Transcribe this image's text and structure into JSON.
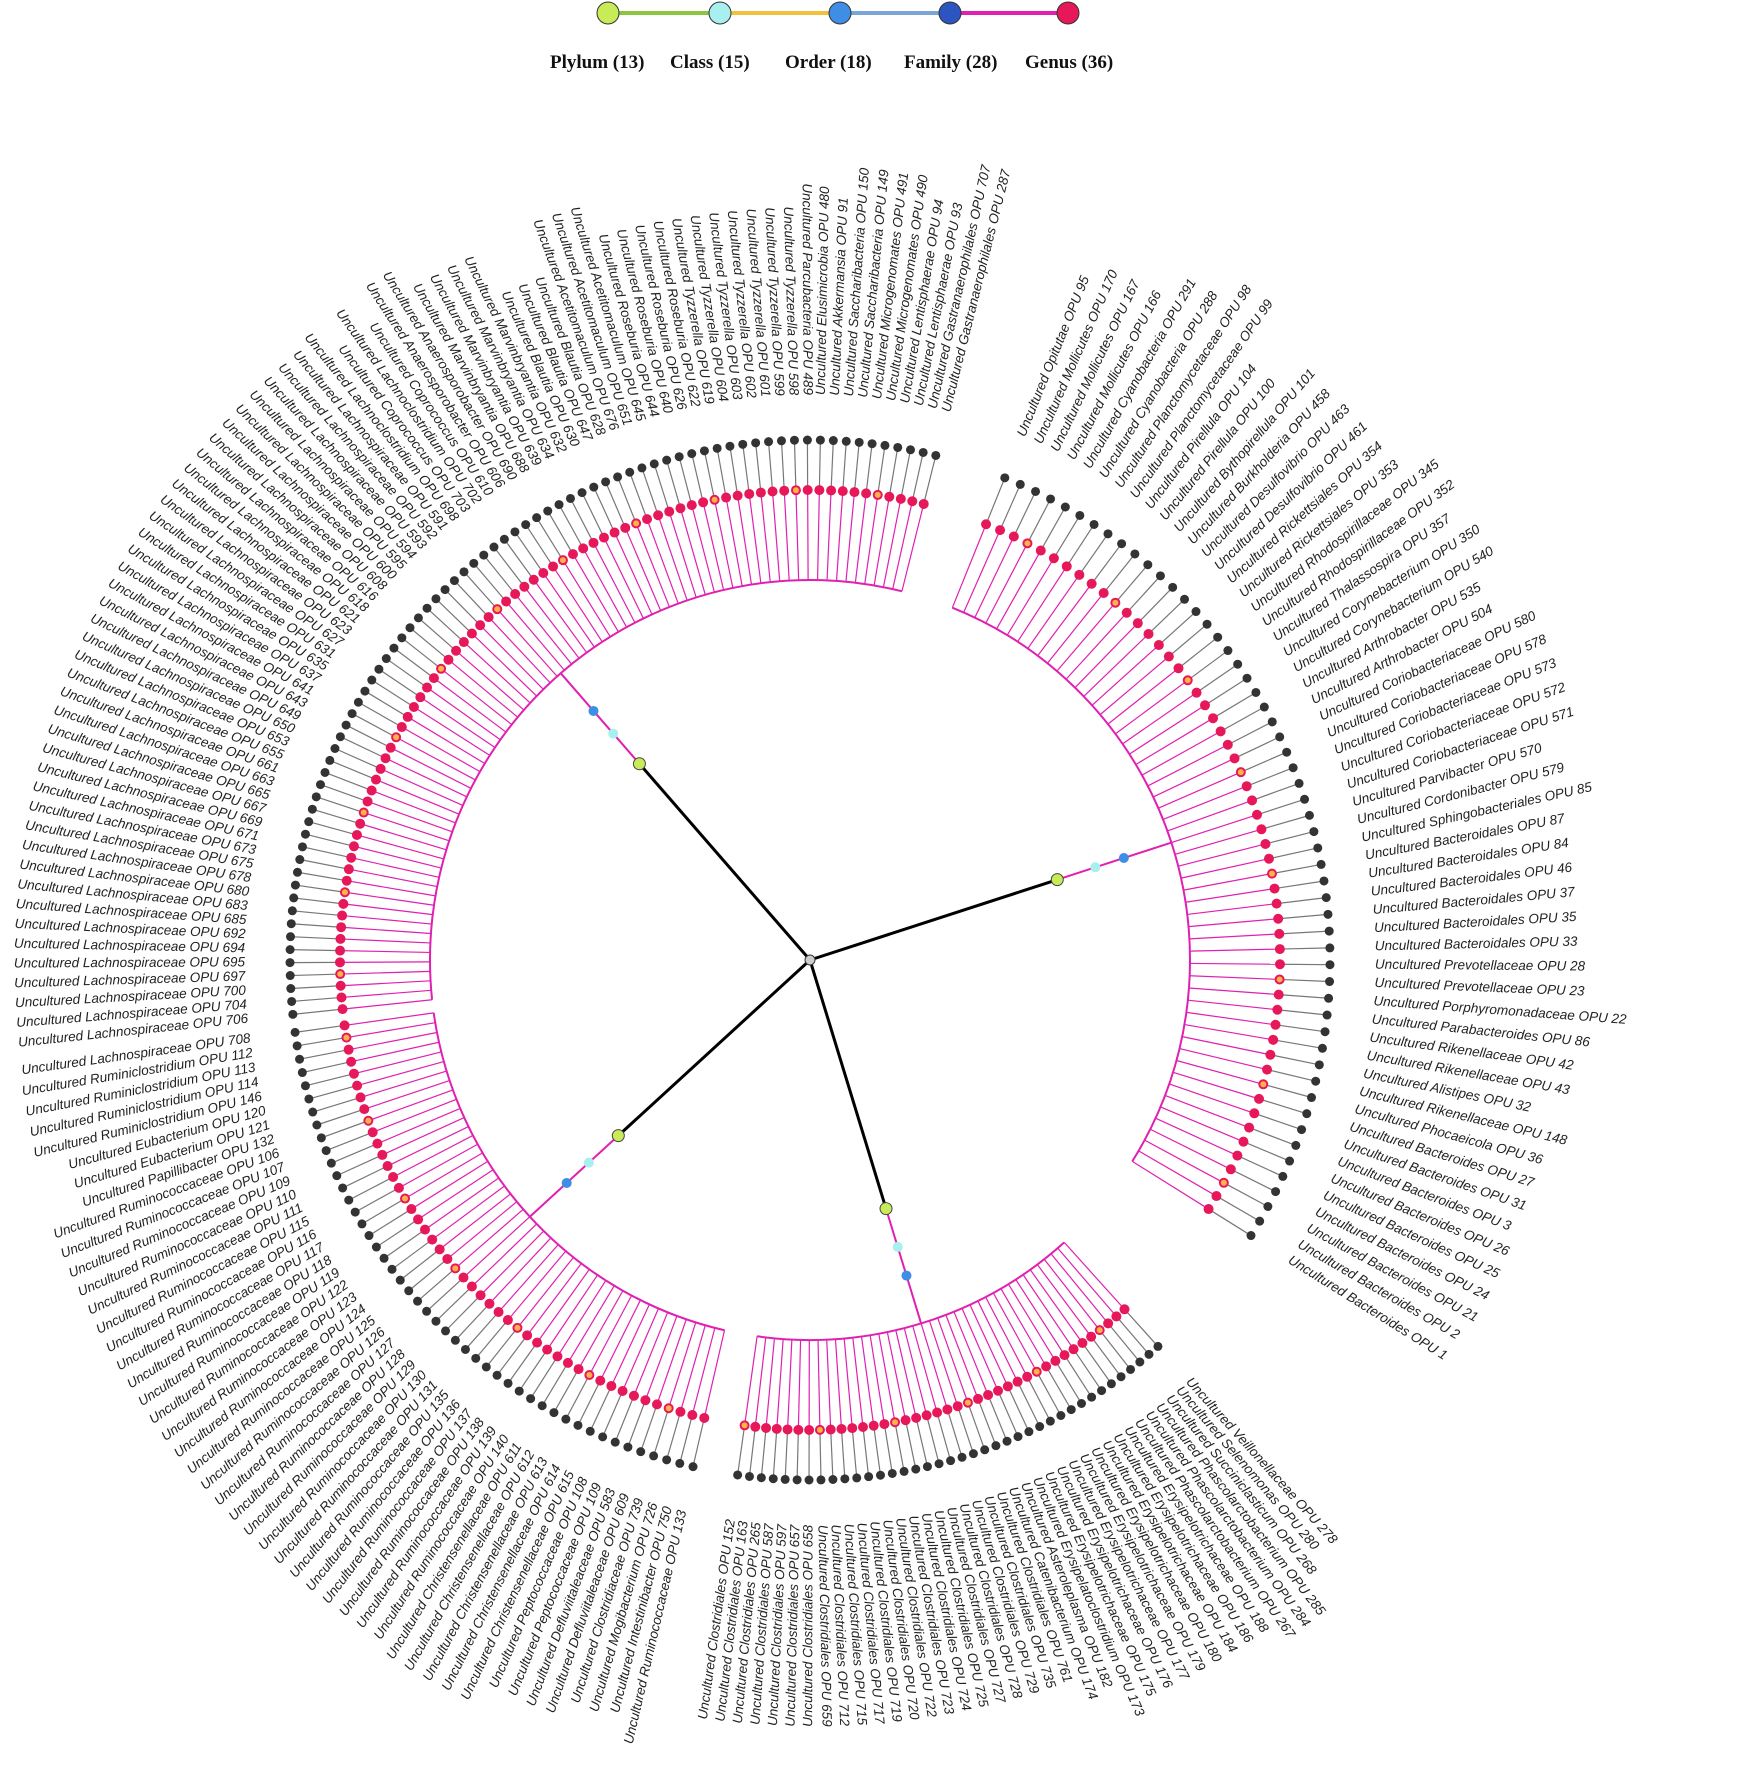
{
  "legend": {
    "items": [
      {
        "label": "Plylum (13)",
        "color": "#c8ec58",
        "line": "#8cc63f"
      },
      {
        "label": "Class (15)",
        "color": "#a8f0f0",
        "line": "#f2c13c"
      },
      {
        "label": "Order (18)",
        "color": "#3f8ee6",
        "line": "#7aa6d8"
      },
      {
        "label": "Family (28)",
        "color": "#2c55c0",
        "line": "#e020b0"
      },
      {
        "label": "Genus (36)",
        "color": "#e6185a",
        "line": null
      }
    ]
  },
  "colors": {
    "phylum": "#c8ec58",
    "class": "#a8f0f0",
    "order": "#3f8ee6",
    "family": "#2c55c0",
    "genus": "#e6185a",
    "branch": "#e020b0",
    "green_branch": "#2a9a4a",
    "grey_branch": "#777777",
    "root": "#000000",
    "leaf": "#333333",
    "star": "#ffb347"
  },
  "right_labels": [
    "Uncultured Opitutae OPU 95",
    "Uncultured Mollicutes OPU 170",
    "Uncultured Mollicutes OPU 167",
    "Uncultured Mollicutes OPU 166",
    "Uncultured Cyanobacteria OPU 291",
    "Uncultured Cyanobacteria OPU 288",
    "Uncultured Planctomycetaceae OPU 98",
    "Uncultured Planctomycetaceae OPU 99",
    "Uncultured Pirellula OPU 104",
    "Uncultured Pirellula OPU 100",
    "Uncultured Bythopirellula OPU 101",
    "Uncultured Burkholderia OPU 458",
    "Uncultured Desulfovibrio OPU 463",
    "Uncultured Desulfovibrio OPU 461",
    "Uncultured Rickettsiales OPU 354",
    "Uncultured Rickettsiales OPU 353",
    "Uncultured Rhodospirillaceae OPU 345",
    "Uncultured Rhodospirillaceae OPU 352",
    "Uncultured Thalassospira OPU 357",
    "Uncultured Corynebacterium OPU 350",
    "Uncultured Corynebacterium OPU 540",
    "Uncultured Arthrobacter OPU 535",
    "Uncultured Arthrobacter OPU 504",
    "Uncultured Coriobacteriaceae OPU 580",
    "Uncultured Coriobacteriaceae OPU 578",
    "Uncultured Coriobacteriaceae OPU 573",
    "Uncultured Coriobacteriaceae OPU 572",
    "Uncultured Coriobacteriaceae OPU 571",
    "Uncultured Parvibacter OPU 570",
    "Uncultured Cordonibacter OPU 579",
    "Uncultured Sphingobacteriales OPU 85",
    "Uncultured Bacteroidales OPU 87",
    "Uncultured Bacteroidales OPU 84",
    "Uncultured Bacteroidales OPU 46",
    "Uncultured Bacteroidales OPU 37",
    "Uncultured Bacteroidales OPU 35",
    "Uncultured Bacteroidales OPU 33",
    "Uncultured Prevotellaceae OPU 28",
    "Uncultured Prevotellaceae OPU 23",
    "Uncultured Porphyromonadaceae OPU 22",
    "Uncultured Parabacteroides OPU 86",
    "Uncultured Rikenellaceae OPU 42",
    "Uncultured Rikenellaceae OPU 43",
    "Uncultured Alistipes OPU 32",
    "Uncultured Rikenellaceae OPU 148",
    "Uncultured Phocaeicola OPU 36",
    "Uncultured Bacteroides OPU 27",
    "Uncultured Bacteroides OPU 31",
    "Uncultured Bacteroides OPU 3",
    "Uncultured Bacteroides OPU 26",
    "Uncultured Bacteroides OPU 25",
    "Uncultured Bacteroides OPU 24",
    "Uncultured Bacteroides OPU 21",
    "Uncultured Bacteroides OPU 2",
    "Uncultured Bacteroides OPU 1"
  ],
  "lower_right_labels": [
    "Uncultured Veillonellaceae OPU 278",
    "Uncultured Selenomonas OPU 280",
    "Uncultured Succiniclasticum OPU 268",
    "Uncultured Phascolarctobacterium OPU 285",
    "Uncultured Phascolarctobacterium OPU 284",
    "Uncultured Phascolarctobacterium OPU 267",
    "Uncultured Erysipelotrichaceae OPU 188",
    "Uncultured Erysipelotrichaceae OPU 186",
    "Uncultured Erysipelotrichaceae OPU 184",
    "Uncultured Erysipelotrichaceae OPU 180",
    "Uncultured Erysipelotrichaceae OPU 179",
    "Uncultured Erysipelotrichaceae OPU 177",
    "Uncultured Erysipelotrichaceae OPU 176",
    "Uncultured Erysipelotrichaceae OPU 175",
    "Uncultured Erysipelatoclostridium OPU 173",
    "Uncultured Asteroleplasma OPU 182",
    "Uncultured Catenibacterium OPU 174",
    "Uncultured Clostridiales OPU 761",
    "Uncultured Clostridiales OPU 735",
    "Uncultured Clostridiales OPU 729",
    "Uncultured Clostridiales OPU 728",
    "Uncultured Clostridiales OPU 727",
    "Uncultured Clostridiales OPU 725",
    "Uncultured Clostridiales OPU 724",
    "Uncultured Clostridiales OPU 723",
    "Uncultured Clostridiales OPU 722",
    "Uncultured Clostridiales OPU 720",
    "Uncultured Clostridiales OPU 719",
    "Uncultured Clostridiales OPU 717",
    "Uncultured Clostridiales OPU 715",
    "Uncultured Clostridiales OPU 712",
    "Uncultured Clostridiales OPU 659",
    "Uncultured Clostridiales OPU 658",
    "Uncultured Clostridiales OPU 657",
    "Uncultured Clostridiales OPU 597",
    "Uncultured Clostridiales OPU 587",
    "Uncultured Clostridiales OPU 265",
    "Uncultured Clostridiales OPU 163",
    "Uncultured Clostridiales OPU 152"
  ],
  "bottom_left_labels": [
    "Uncultured Ruminococcaceae OPU 133",
    "Uncultured Intestinibacter OPU 750",
    "Uncultured Mogibacterium OPU 726",
    "Uncultured Clostridiaceae OPU 739",
    "Uncultured Defluviitaleaceae OPU 609",
    "Uncultured Defluviitaleaceae OPU 583",
    "Uncultured Peptococcaceae OPU 109",
    "Uncultured Peptococcaceae OPU 108",
    "Uncultured Christensenellaceae OPU 615",
    "Uncultured Christensenellaceae OPU 614",
    "Uncultured Christensenellaceae OPU 613",
    "Uncultured Christensenellaceae OPU 612",
    "Uncultured Christensenellaceae OPU 611",
    "Uncultured Ruminococcaceae OPU 140",
    "Uncultured Ruminococcaceae OPU 139",
    "Uncultured Ruminococcaceae OPU 138",
    "Uncultured Ruminococcaceae OPU 137",
    "Uncultured Ruminococcaceae OPU 136",
    "Uncultured Ruminococcaceae OPU 135",
    "Uncultured Ruminococcaceae OPU 131",
    "Uncultured Ruminococcaceae OPU 130",
    "Uncultured Ruminococcaceae OPU 129",
    "Uncultured Ruminococcaceae OPU 128",
    "Uncultured Ruminococcaceae OPU 127",
    "Uncultured Ruminococcaceae OPU 126",
    "Uncultured Ruminococcaceae OPU 125",
    "Uncultured Ruminococcaceae OPU 124",
    "Uncultured Ruminococcaceae OPU 123",
    "Uncultured Ruminococcaceae OPU 122",
    "Uncultured Ruminococcaceae OPU 119",
    "Uncultured Ruminococcaceae OPU 118",
    "Uncultured Ruminococcaceae OPU 117",
    "Uncultured Ruminococcaceae OPU 116",
    "Uncultured Ruminococcaceae OPU 115",
    "Uncultured Ruminococcaceae OPU 111",
    "Uncultured Ruminococcaceae OPU 110",
    "Uncultured Ruminococcaceae OPU 109",
    "Uncultured Ruminococcaceae OPU 107",
    "Uncultured Ruminococcaceae OPU 106",
    "Uncultured Papillibacter OPU 132",
    "Uncultured Eubacterium OPU 121",
    "Uncultured Eubacterium OPU 120",
    "Uncultured Ruminiclostridium OPU 146",
    "Uncultured Ruminiclostridium OPU 114",
    "Uncultured Ruminiclostridium OPU 113",
    "Uncultured Ruminiclostridium OPU 112",
    "Uncultured Lachnospiraceae OPU 708"
  ],
  "left_labels": [
    "Uncultured Lachnospiraceae OPU 706",
    "Uncultured Lachnospiraceae OPU 704",
    "Uncultured Lachnospiraceae OPU 700",
    "Uncultured Lachnospiraceae OPU 697",
    "Uncultured Lachnospiraceae OPU 695",
    "Uncultured Lachnospiraceae OPU 694",
    "Uncultured Lachnospiraceae OPU 692",
    "Uncultured Lachnospiraceae OPU 685",
    "Uncultured Lachnospiraceae OPU 683",
    "Uncultured Lachnospiraceae OPU 680",
    "Uncultured Lachnospiraceae OPU 678",
    "Uncultured Lachnospiraceae OPU 675",
    "Uncultured Lachnospiraceae OPU 673",
    "Uncultured Lachnospiraceae OPU 671",
    "Uncultured Lachnospiraceae OPU 669",
    "Uncultured Lachnospiraceae OPU 667",
    "Uncultured Lachnospiraceae OPU 665",
    "Uncultured Lachnospiraceae OPU 663",
    "Uncultured Lachnospiraceae OPU 661",
    "Uncultured Lachnospiraceae OPU 655",
    "Uncultured Lachnospiraceae OPU 653",
    "Uncultured Lachnospiraceae OPU 650",
    "Uncultured Lachnospiraceae OPU 649",
    "Uncultured Lachnospiraceae OPU 643",
    "Uncultured Lachnospiraceae OPU 641",
    "Uncultured Lachnospiraceae OPU 637",
    "Uncultured Lachnospiraceae OPU 635",
    "Uncultured Lachnospiraceae OPU 631",
    "Uncultured Lachnospiraceae OPU 627",
    "Uncultured Lachnospiraceae OPU 623",
    "Uncultured Lachnospiraceae OPU 621",
    "Uncultured Lachnospiraceae OPU 618",
    "Uncultured Lachnospiraceae OPU 616",
    "Uncultured Lachnospiraceae OPU 608",
    "Uncultured Lachnospiraceae OPU 600",
    "Uncultured Lachnospiraceae OPU 595",
    "Uncultured Lachnospiraceae OPU 594",
    "Uncultured Lachnospiraceae OPU 593",
    "Uncultured Lachnospiraceae OPU 592",
    "Uncultured Lachnospiraceae OPU 591",
    "Uncultured Lachnoclostridium OPU 698",
    "Uncultured Coprococcus OPU 703",
    "Uncultured Lachnoclostridium OPU 702",
    "Uncultured Coprococcus OPU 610",
    "Uncultured Anaerosporobacter OPU 606",
    "Uncultured Anaerosporobacter OPU 690",
    "Uncultured Marvinbryantia OPU 688",
    "Uncultured Marvinbryantia OPU 639",
    "Uncultured Marvinbryantia OPU 634",
    "Uncultured Marvinbryantia OPU 632",
    "Uncultured Blautia OPU 630",
    "Uncultured Blautia OPU 647",
    "Uncultured Blautia OPU 628",
    "Uncultured Acetitomaculum OPU 676",
    "Uncultured Acetitomaculum OPU 651",
    "Uncultured Acetitomaculum OPU 645",
    "Uncultured Roseburia OPU 644",
    "Uncultured Roseburia OPU 640",
    "Uncultured Roseburia OPU 626",
    "Uncultured Roseburia OPU 622",
    "Uncultured Tyzzerella OPU 619",
    "Uncultured Tyzzerella OPU 604",
    "Uncultured Tyzzerella OPU 603",
    "Uncultured Tyzzerella OPU 602",
    "Uncultured Tyzzerella OPU 601",
    "Uncultured Tyzzerella OPU 599",
    "Uncultured Tyzzerella OPU 598",
    "Uncultured Parcubacteria OPU 489",
    "Uncultured Elusimicrobia OPU 480",
    "Uncultured Akkermansia OPU 91",
    "Uncultured Saccharibacteria OPU 150",
    "Uncultured Saccharibacteria OPU 149",
    "Uncultured Microgenomates OPU 491",
    "Uncultured Microgenomates OPU 490",
    "Uncultured Lentisphaerae OPU 94",
    "Uncultured Lentisphaerae OPU 93",
    "Uncultured Gastranaerophilales OPU 707",
    "Uncultured Gastranaerophilales OPU 287"
  ]
}
